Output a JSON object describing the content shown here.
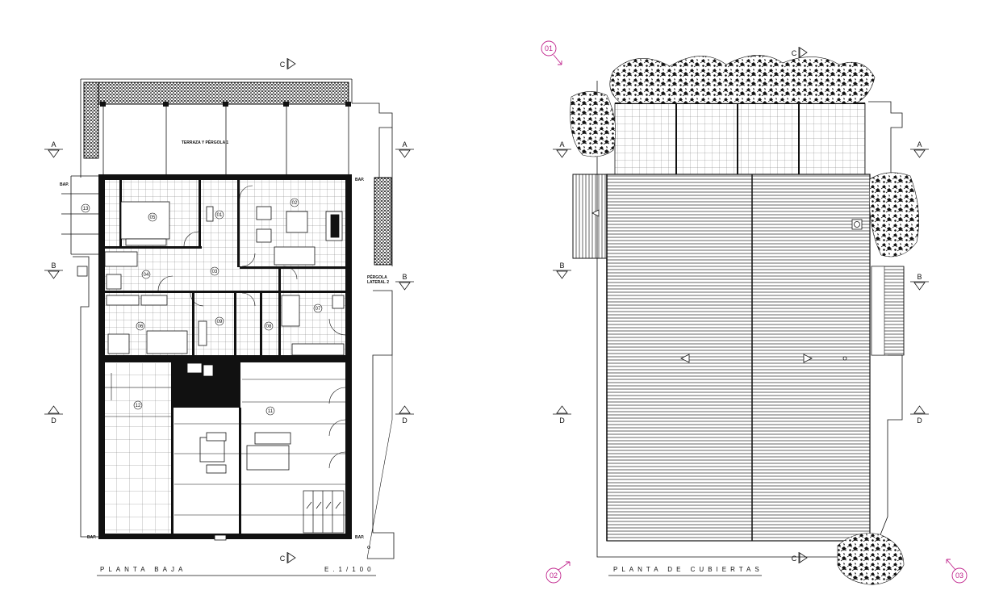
{
  "sheet": {
    "ground_floor_title": "PLANTA BAJA",
    "roof_title": "PLANTA DE CUBIERTAS",
    "scale": "E.1/100"
  },
  "sections": {
    "a": "A",
    "b": "B",
    "c": "C",
    "d": "D"
  },
  "rooms": [
    "01",
    "02",
    "03",
    "04",
    "05",
    "06",
    "07",
    "08",
    "09",
    "11",
    "12",
    "13"
  ],
  "ground_labels": {
    "terrace": "TERRAZA Y PÉRGOLA 1",
    "pergola_lateral_line1": "PÉRGOLA",
    "pergola_lateral_line2": "LATERAL 2",
    "downpipe": "BAP."
  },
  "viewpoints": [
    "01",
    "02",
    "03"
  ],
  "colors": {
    "ink": "#111111",
    "viewpoint": "#c0238c",
    "paper": "#ffffff"
  }
}
